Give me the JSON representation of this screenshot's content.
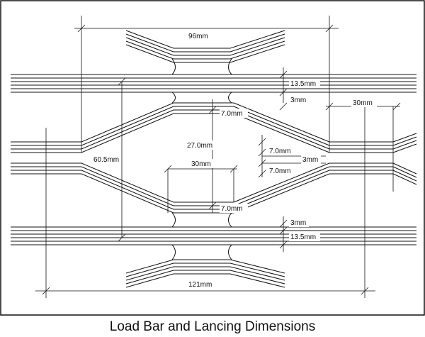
{
  "caption": "Load Bar and Lancing Dimensions",
  "dimensions": {
    "top_width": "96mm",
    "bar_height_upper": "13.5mm",
    "gap_upper": "3mm",
    "right_offset": "30mm",
    "strand_upper": "7.0mm",
    "opening_height": "27.0mm",
    "diagonal": "60.5mm",
    "strand_gap_a": "7.0mm",
    "strand_gap_b": "7.0mm",
    "center_gap": "3mm",
    "inner_width": "30mm",
    "strand_lower": "7.0mm",
    "gap_lower": "3mm",
    "bar_height_lower": "13.5mm",
    "bottom_width": "121mm"
  }
}
